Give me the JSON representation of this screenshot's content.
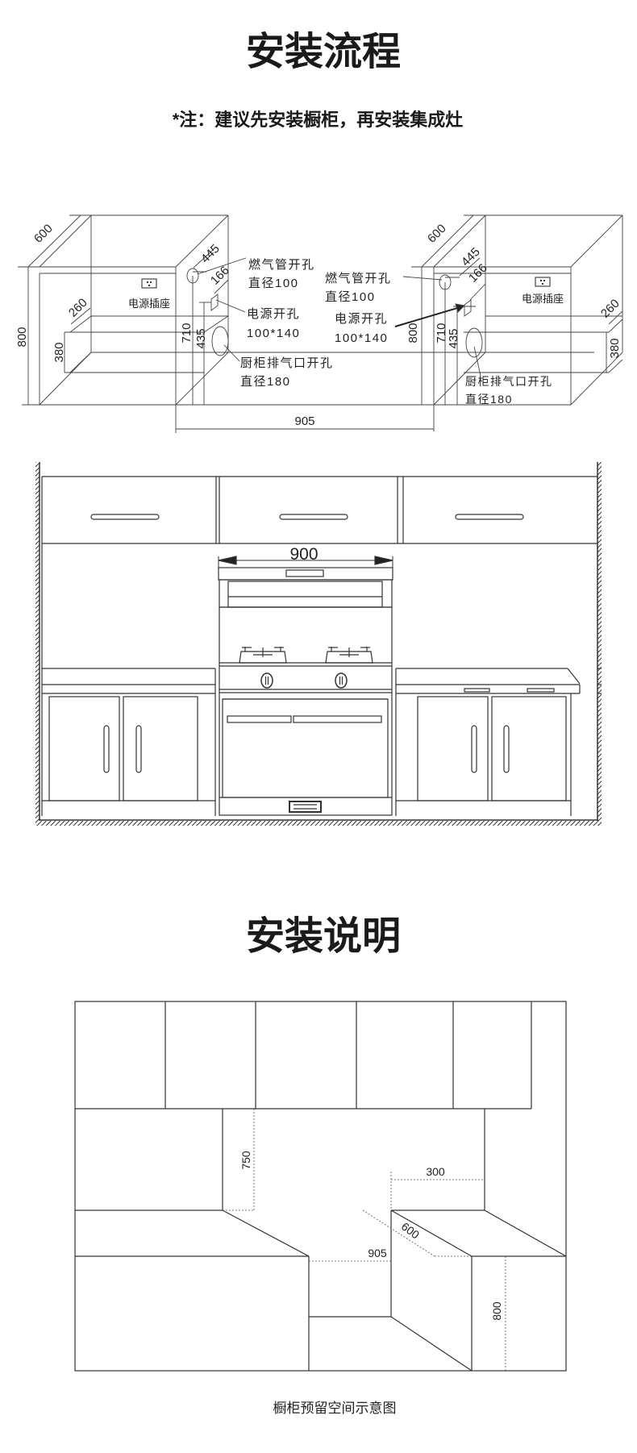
{
  "section1": {
    "title": "安装流程",
    "note": "*注：建议先安装橱柜，再安装集成灶"
  },
  "cabinet_diagram": {
    "left": {
      "depth": "600",
      "gas_offset": "445",
      "power_offset": "166",
      "shelf_depth": "260",
      "exhaust_height": "380",
      "height": "800",
      "gas_height": "710",
      "power_height": "435",
      "socket": "电源插座",
      "gas_hole": "燃气管开孔",
      "gas_diameter": "直径100",
      "power_hole": "电源开孔",
      "power_size": "100*140",
      "exhaust_hole": "厨柜排气口开孔",
      "exhaust_diameter": "直径180"
    },
    "right": {
      "depth": "600",
      "gas_offset": "445",
      "power_offset": "166",
      "shelf_depth": "260",
      "exhaust_height": "380",
      "height": "800",
      "gas_height": "710",
      "power_height": "435",
      "socket": "电源插座",
      "gas_hole": "燃气管开孔",
      "gas_diameter": "直径100",
      "power_hole": "电源开孔",
      "power_size": "100*140",
      "exhaust_hole": "厨柜排气口开孔",
      "exhaust_diameter": "直径180"
    },
    "gap_width": "905"
  },
  "elevation": {
    "stove_width": "900"
  },
  "section2": {
    "title": "安装说明",
    "caption": "橱柜预留空间示意图"
  },
  "space_diagram": {
    "upper_gap_height": "750",
    "side_width": "300",
    "depth": "600",
    "opening_width": "905",
    "base_height": "800"
  }
}
